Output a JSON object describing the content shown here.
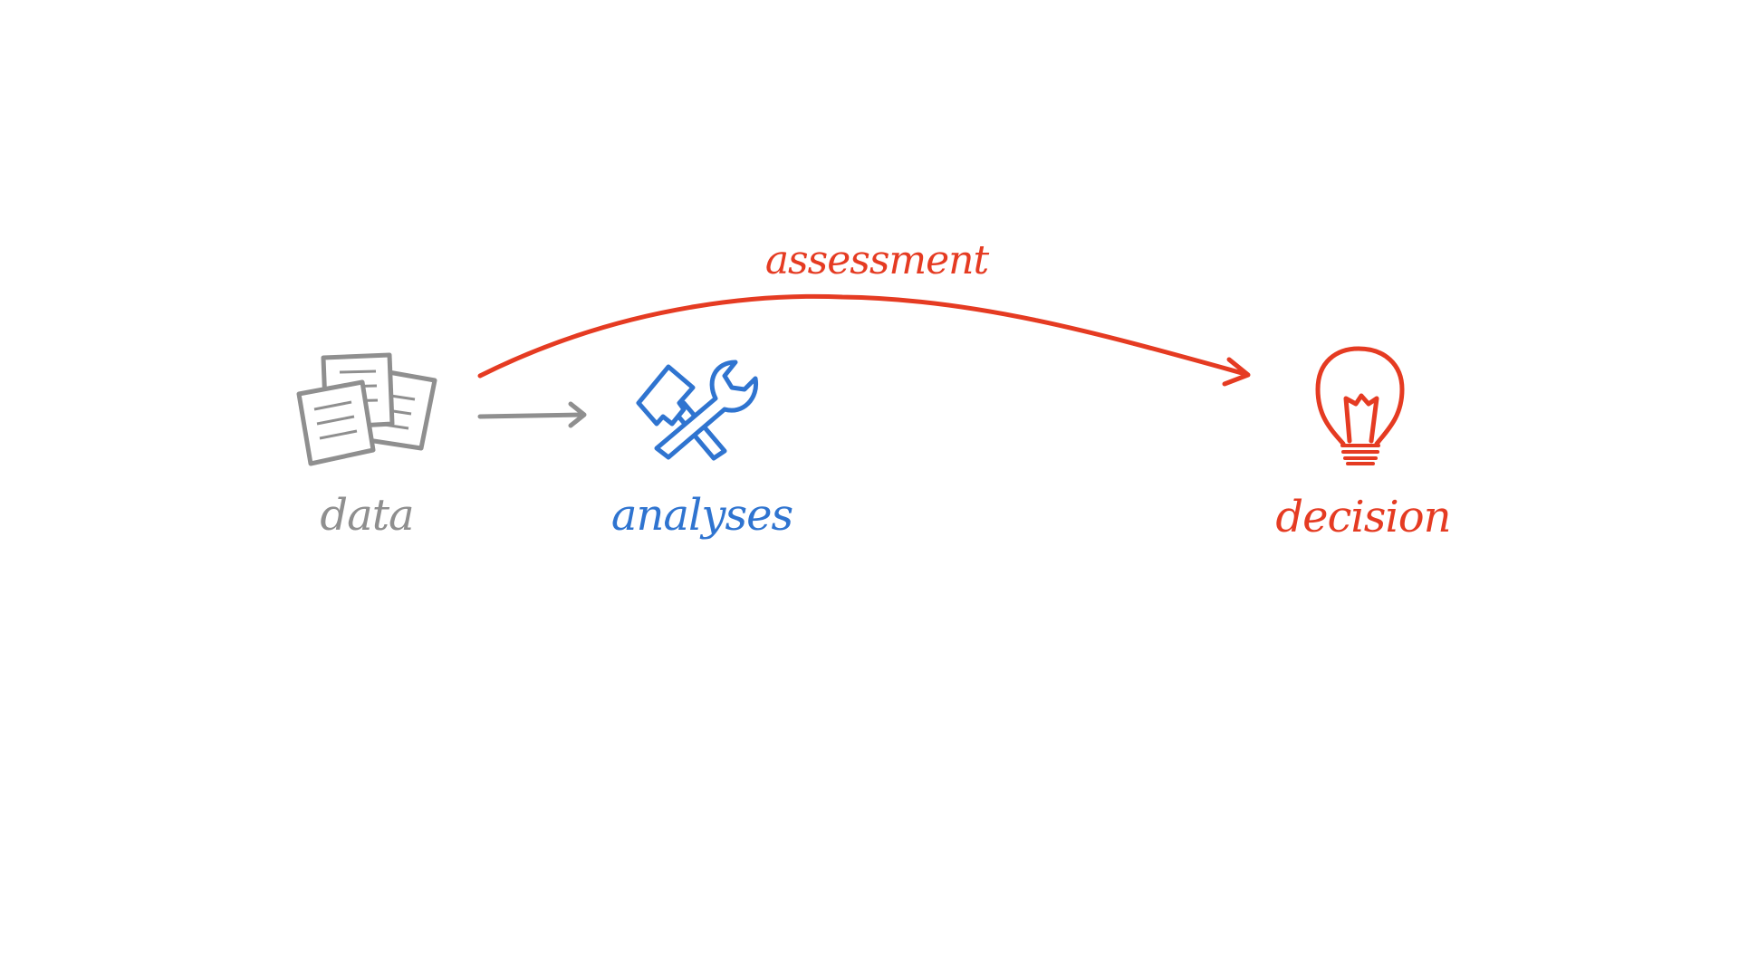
{
  "labels": {
    "data": "data",
    "analyses": "analyses",
    "decision": "decision",
    "assessment": "assessment"
  },
  "colors": {
    "data": "#8f8f8f",
    "analyses": "#2f74d0",
    "decision": "#e53b22",
    "assessment": "#e53b22"
  },
  "icons": {
    "data": "documents-icon",
    "analyses": "hammer-wrench-icon",
    "decision": "lightbulb-icon"
  }
}
